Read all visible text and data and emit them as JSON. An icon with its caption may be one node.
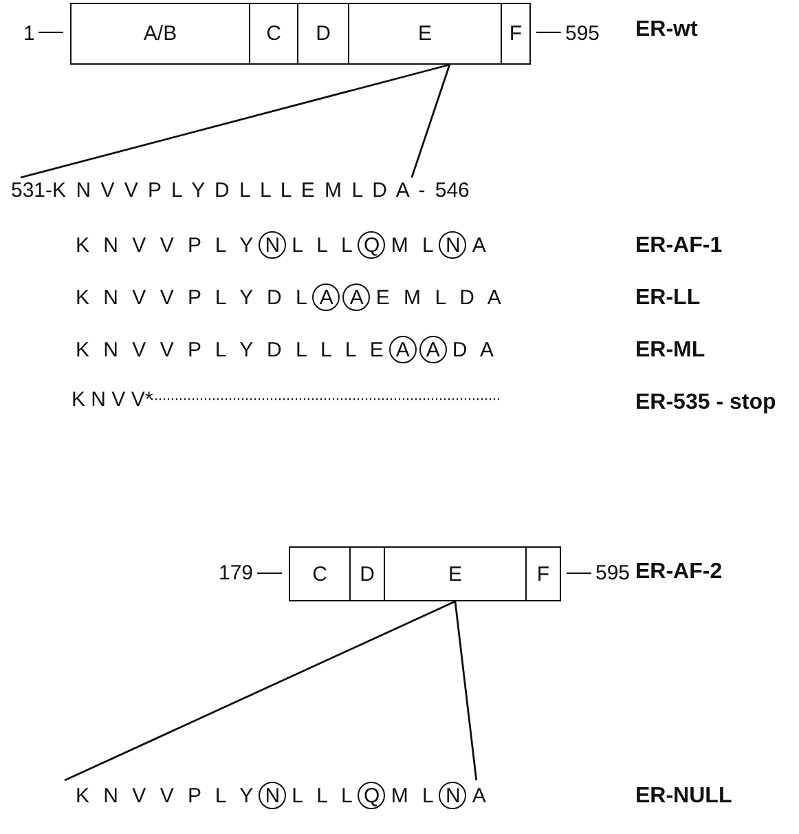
{
  "diagram": {
    "nodes": [
      {
        "text": [
          "A/B"
        ],
        "beside": [
          "1"
        ]
      },
      {
        "text": [
          "C"
        ]
      },
      {
        "text": [
          "D"
        ]
      },
      {
        "text": [
          "E"
        ]
      },
      {
        "text": [
          "F"
        ],
        "beside": [
          "595"
        ]
      },
      {
        "text": [
          "531-K N V V P L Y D L L L E M L D A - 546"
        ]
      },
      {
        "text": [
          "K N V V P L Y",
          "L L L",
          "M L",
          "A"
        ]
      },
      {
        "text": [
          "N"
        ],
        "in": 6
      },
      {
        "text": [
          "Q"
        ],
        "in": 6
      },
      {
        "text": [
          "N"
        ],
        "in": 6
      },
      {
        "text": [
          "K N V V P L Y D L",
          "E M L D A"
        ]
      },
      {
        "text": [
          "A"
        ],
        "in": 10
      },
      {
        "text": [
          "A"
        ],
        "in": 10
      },
      {
        "text": [
          "K N V V P L Y D L L L E",
          "D A"
        ]
      },
      {
        "text": [
          "A"
        ],
        "in": 13
      },
      {
        "text": [
          "A"
        ],
        "in": 13
      },
      {
        "text": [
          "C"
        ],
        "beside": [
          "179"
        ]
      },
      {
        "text": [
          "D"
        ]
      },
      {
        "text": [
          "E"
        ]
      },
      {
        "text": [
          "F"
        ],
        "beside": [
          "595"
        ]
      },
      {
        "text": [
          "K N V V P L Y",
          "L L L",
          "M L",
          "A"
        ]
      },
      {
        "text": [
          "N"
        ],
        "in": 20
      },
      {
        "text": [
          "Q"
        ],
        "in": 20
      },
      {
        "text": [
          "N"
        ],
        "in": 20
      }
    ],
    "edges": [
      {
        "from": 3,
        "to": 5,
        "arrow": "none"
      },
      {
        "from": 3,
        "to": 5,
        "arrow": "none"
      },
      {
        "from": 18,
        "to": 20,
        "arrow": "none"
      },
      {
        "from": 18,
        "to": 20,
        "arrow": "none"
      }
    ],
    "labels": [
      "ER-wt",
      "ER-AF-1",
      "ER-LL",
      "ER-ML",
      "K N V V*",
      "**ER-535** - stop",
      "ER-AF-2",
      "ER-NULL"
    ]
  }
}
